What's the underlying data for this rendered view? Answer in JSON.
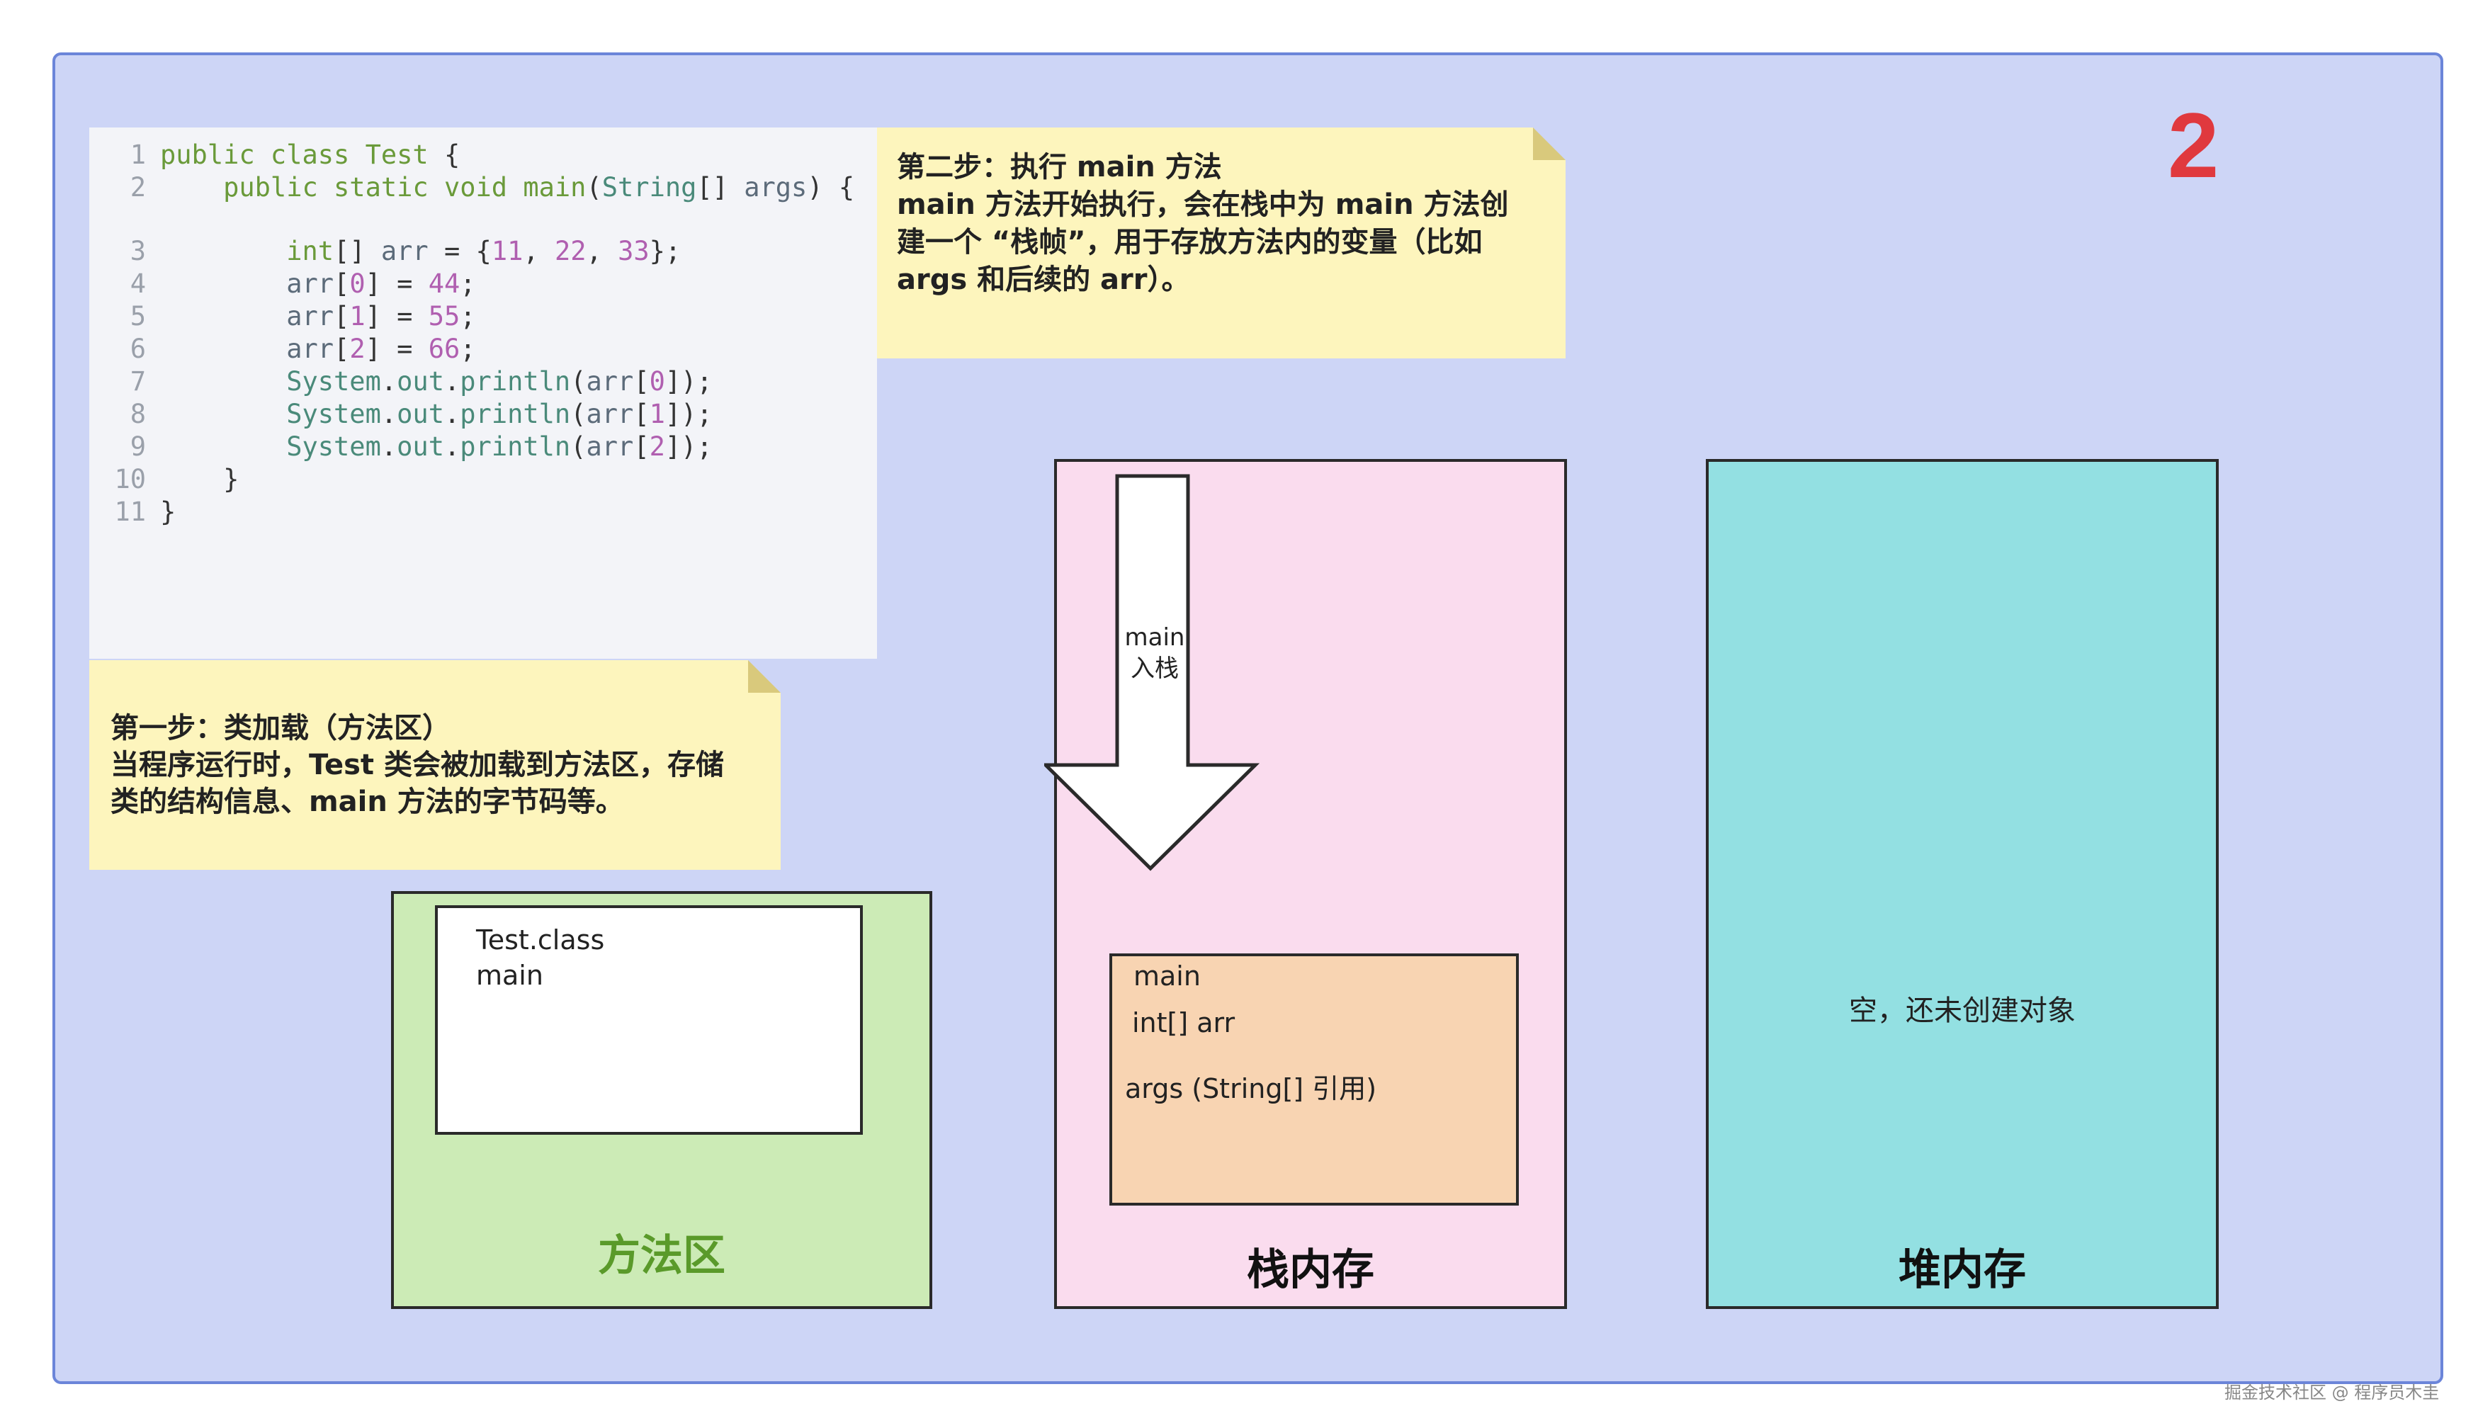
{
  "step_number": "2",
  "code": {
    "lines": [
      {
        "num": "1",
        "tokens": [
          [
            "kw",
            "public class "
          ],
          [
            "kw",
            "Test"
          ],
          [
            "pun",
            " {"
          ]
        ]
      },
      {
        "num": "2",
        "tokens": [
          [
            "kw",
            "    public static void "
          ],
          [
            "kw",
            "main"
          ],
          [
            "pun",
            "("
          ],
          [
            "type",
            "String"
          ],
          [
            "pun",
            "[] "
          ],
          [
            "id",
            "args"
          ],
          [
            "pun",
            ") {"
          ]
        ]
      },
      {
        "num": "3",
        "tokens": [
          [
            "kw",
            "        int"
          ],
          [
            "pun",
            "[] "
          ],
          [
            "id",
            "arr"
          ],
          [
            "pun",
            " = {"
          ],
          [
            "num",
            "11"
          ],
          [
            "pun",
            ", "
          ],
          [
            "num",
            "22"
          ],
          [
            "pun",
            ", "
          ],
          [
            "num",
            "33"
          ],
          [
            "pun",
            "};"
          ]
        ]
      },
      {
        "num": "4",
        "tokens": [
          [
            "id",
            "        arr"
          ],
          [
            "pun",
            "["
          ],
          [
            "num",
            "0"
          ],
          [
            "pun",
            "] = "
          ],
          [
            "num",
            "44"
          ],
          [
            "pun",
            ";"
          ]
        ]
      },
      {
        "num": "5",
        "tokens": [
          [
            "id",
            "        arr"
          ],
          [
            "pun",
            "["
          ],
          [
            "num",
            "1"
          ],
          [
            "pun",
            "] = "
          ],
          [
            "num",
            "55"
          ],
          [
            "pun",
            ";"
          ]
        ]
      },
      {
        "num": "6",
        "tokens": [
          [
            "id",
            "        arr"
          ],
          [
            "pun",
            "["
          ],
          [
            "num",
            "2"
          ],
          [
            "pun",
            "] = "
          ],
          [
            "num",
            "66"
          ],
          [
            "pun",
            ";"
          ]
        ]
      },
      {
        "num": "7",
        "tokens": [
          [
            "type",
            "        System"
          ],
          [
            "pun",
            "."
          ],
          [
            "type",
            "out"
          ],
          [
            "pun",
            "."
          ],
          [
            "type",
            "println"
          ],
          [
            "pun",
            "("
          ],
          [
            "id",
            "arr"
          ],
          [
            "pun",
            "["
          ],
          [
            "num",
            "0"
          ],
          [
            "pun",
            "]);"
          ]
        ]
      },
      {
        "num": "8",
        "tokens": [
          [
            "type",
            "        System"
          ],
          [
            "pun",
            "."
          ],
          [
            "type",
            "out"
          ],
          [
            "pun",
            "."
          ],
          [
            "type",
            "println"
          ],
          [
            "pun",
            "("
          ],
          [
            "id",
            "arr"
          ],
          [
            "pun",
            "["
          ],
          [
            "num",
            "1"
          ],
          [
            "pun",
            "]);"
          ]
        ]
      },
      {
        "num": "9",
        "tokens": [
          [
            "type",
            "        System"
          ],
          [
            "pun",
            "."
          ],
          [
            "type",
            "out"
          ],
          [
            "pun",
            "."
          ],
          [
            "type",
            "println"
          ],
          [
            "pun",
            "("
          ],
          [
            "id",
            "arr"
          ],
          [
            "pun",
            "["
          ],
          [
            "num",
            "2"
          ],
          [
            "pun",
            "]);"
          ]
        ]
      },
      {
        "num": "10",
        "tokens": [
          [
            "pun",
            "    }"
          ]
        ]
      },
      {
        "num": "11",
        "tokens": [
          [
            "pun",
            "}"
          ]
        ]
      }
    ]
  },
  "note_step1": {
    "lines": [
      "第一步：类加载（方法区）",
      "当程序运行时，Test 类会被加载到方法区，存储",
      "类的结构信息、main 方法的字节码等。"
    ]
  },
  "note_step2": {
    "lines": [
      "第二步：执行 main 方法",
      "main 方法开始执行，会在栈中为 main 方法创",
      "建一个 “栈帧”，用于存放方法内的变量（比如",
      "args 和后续的 arr）。"
    ]
  },
  "method_area": {
    "label": "方法区",
    "class_box": {
      "line1": "Test.class",
      "line2": "main"
    }
  },
  "stack_area": {
    "label": "栈内存",
    "arrow_label_line1": "main",
    "arrow_label_line2": "入栈",
    "frame": {
      "title": "main",
      "var_arr": "int[] arr",
      "var_args": "args (String[] 引用)"
    }
  },
  "heap_area": {
    "label": "堆内存",
    "content": "空，还未创建对象"
  },
  "watermark": "掘金技术社区 @ 程序员木圭",
  "colors": {
    "frame_bg": "#cdd5f6",
    "frame_border": "#6b85d9",
    "step_number": "#e0393e",
    "note_bg": "#fdf5bd",
    "method_area_bg": "#ccebb6",
    "method_area_label": "#5a9a2a",
    "stack_area_bg": "#fadcee",
    "stack_frame_bg": "#f8d4b2",
    "heap_area_bg": "#93e0e2"
  }
}
